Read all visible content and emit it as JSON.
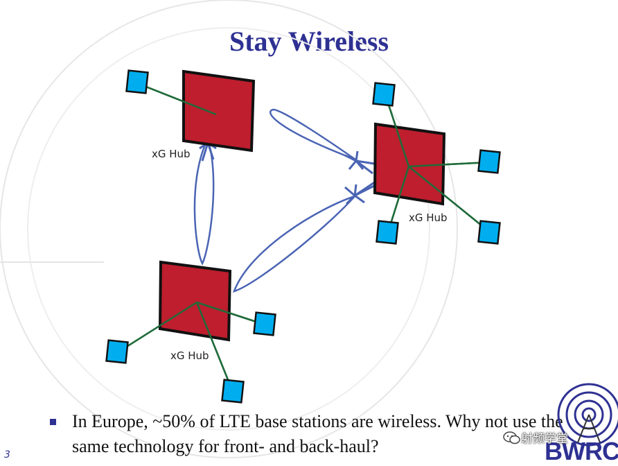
{
  "slide": {
    "title": "Stay Wireless",
    "hub_labels": [
      "xG Hub",
      "xG Hub",
      "xG Hub"
    ],
    "bullet": "In Europe, ~50% of LTE base stations are wireless.  Why not use the same technology for front- and back-haul?",
    "page_number": "3",
    "watermark": "射频学堂",
    "logo_text": "BWRC"
  },
  "colors": {
    "title": "#2e3192",
    "hub_fill": "#be1e2d",
    "node_fill": "#00aeef",
    "link_line": "#1f6b3a",
    "beam": "#4a64b4"
  },
  "icons": [
    "wechat-icon",
    "radio-tower-icon"
  ]
}
